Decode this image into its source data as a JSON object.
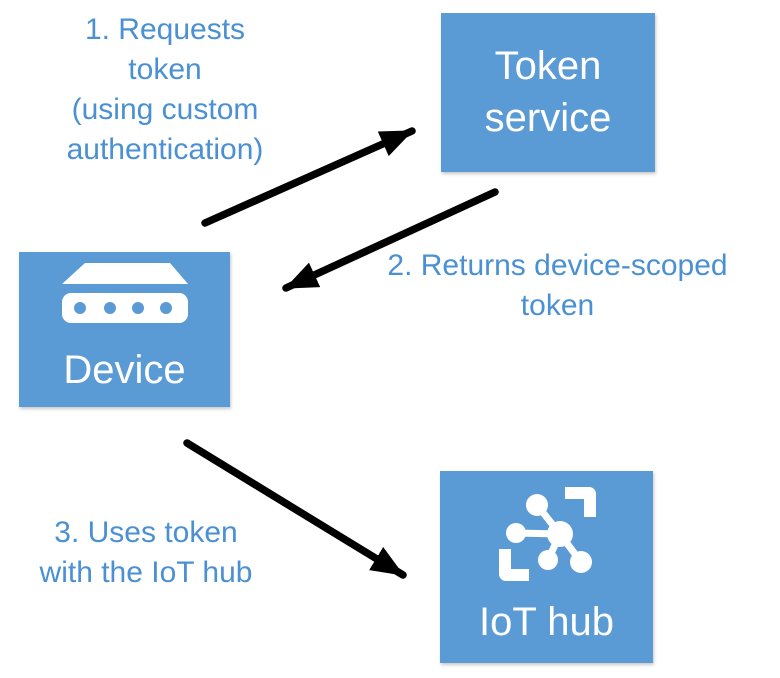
{
  "diagram": {
    "nodes": {
      "token_service": {
        "label": "Token service"
      },
      "device": {
        "label": "Device",
        "icon": "device-icon"
      },
      "iot_hub": {
        "label": "IoT hub",
        "icon": "iot-hub-icon"
      }
    },
    "steps": {
      "step1": "1. Requests\ntoken\n(using custom\nauthentication)",
      "step2": "2. Returns device-scoped\ntoken",
      "step3": "3. Uses token\nwith the IoT hub"
    },
    "arrows": {
      "request_token": {
        "from": "Device",
        "to": "Token service"
      },
      "return_token": {
        "from": "Token service",
        "to": "Device"
      },
      "use_token": {
        "from": "Device",
        "to": "IoT hub"
      }
    },
    "colors": {
      "node_fill": "#5B9BD5",
      "node_text": "#FFFFFF",
      "step_text": "#4A90D2",
      "arrow": "#000000",
      "background": "#FFFFFF"
    }
  }
}
